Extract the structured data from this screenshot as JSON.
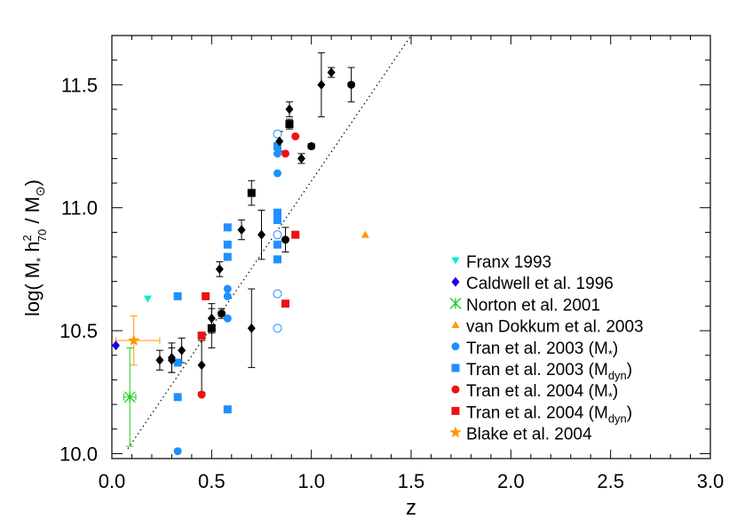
{
  "chart_data": {
    "type": "scatter",
    "xlabel": "z",
    "ylabel": {
      "prefix": "log( M",
      "star": "*",
      "h": " h",
      "sup": "2",
      "sub70": "70",
      "slash": " / M",
      "sun": "⊙",
      "close": ")"
    },
    "xlim": [
      0.0,
      3.0
    ],
    "ylim": [
      9.98,
      11.7
    ],
    "xticks": [
      "0.0",
      "0.5",
      "1.0",
      "1.5",
      "2.0",
      "2.5",
      "3.0"
    ],
    "yticks": [
      "10.0",
      "10.5",
      "11.0",
      "11.5"
    ],
    "grid": false,
    "legend_placement": "lower-right",
    "trend_line": {
      "style": "dotted",
      "points": [
        [
          0.08,
          10.02
        ],
        [
          1.5,
          11.7
        ]
      ]
    },
    "series": [
      {
        "name": "Franx 1993",
        "marker": "triangle-down",
        "color": "#00f0c8",
        "points": [
          {
            "x": 0.18,
            "y": 10.63
          }
        ]
      },
      {
        "name": "Caldwell et al. 1996",
        "marker": "diamond",
        "color": "#1a00e0",
        "points": [
          {
            "x": 0.02,
            "y": 10.44
          }
        ]
      },
      {
        "name": "Norton et al. 2001",
        "marker": "x",
        "color": "#22cc22",
        "points": [
          {
            "x": 0.09,
            "y": 10.23,
            "ylo": 10.03,
            "yhi": 10.43,
            "xlo": 0.06,
            "xhi": 0.12
          }
        ]
      },
      {
        "name": "van Dokkum et al. 2003",
        "marker": "triangle-up",
        "color": "#ff9900",
        "points": [
          {
            "x": 1.27,
            "y": 10.89
          }
        ]
      },
      {
        "name": "Tran et al. 2003",
        "sub": "*",
        "label_suffix": "(M",
        "label_end": ")",
        "marker": "circle",
        "color": "#1e90ff",
        "points": [
          {
            "x": 0.33,
            "y": 10.01
          },
          {
            "x": 0.58,
            "y": 10.67
          },
          {
            "x": 0.58,
            "y": 10.64
          },
          {
            "x": 0.58,
            "y": 10.55
          },
          {
            "x": 0.83,
            "y": 11.22
          },
          {
            "x": 0.83,
            "y": 11.14
          },
          {
            "x": 0.83,
            "y": 11.3,
            "open": true
          },
          {
            "x": 0.83,
            "y": 10.89,
            "open": true
          },
          {
            "x": 0.83,
            "y": 10.65,
            "open": true
          },
          {
            "x": 0.83,
            "y": 10.51,
            "open": true
          }
        ]
      },
      {
        "name": "Tran et al. 2003",
        "sub": "dyn",
        "label_suffix": "(M",
        "label_end": ")",
        "marker": "square",
        "color": "#1e90ff",
        "points": [
          {
            "x": 0.33,
            "y": 10.64
          },
          {
            "x": 0.33,
            "y": 10.37
          },
          {
            "x": 0.33,
            "y": 10.23
          },
          {
            "x": 0.58,
            "y": 10.92
          },
          {
            "x": 0.58,
            "y": 10.85
          },
          {
            "x": 0.58,
            "y": 10.8
          },
          {
            "x": 0.58,
            "y": 10.18
          },
          {
            "x": 0.83,
            "y": 11.25
          },
          {
            "x": 0.83,
            "y": 10.98
          },
          {
            "x": 0.83,
            "y": 10.95
          },
          {
            "x": 0.83,
            "y": 10.85
          },
          {
            "x": 0.83,
            "y": 10.79
          }
        ]
      },
      {
        "name": "Tran et al. 2004",
        "sub": "*",
        "label_suffix": "(M",
        "label_end": ")",
        "marker": "circle",
        "color": "#ee1111",
        "points": [
          {
            "x": 0.45,
            "y": 10.24
          },
          {
            "x": 0.87,
            "y": 11.22
          },
          {
            "x": 0.92,
            "y": 11.29
          }
        ]
      },
      {
        "name": "Tran et al. 2004",
        "sub": "dyn",
        "label_suffix": "(M",
        "label_end": ")",
        "marker": "square",
        "color": "#ee1111",
        "points": [
          {
            "x": 0.45,
            "y": 10.48
          },
          {
            "x": 0.47,
            "y": 10.64
          },
          {
            "x": 0.87,
            "y": 10.61
          },
          {
            "x": 0.92,
            "y": 10.89
          }
        ]
      },
      {
        "name": "Blake et al. 2004",
        "marker": "star",
        "color": "#ff9900",
        "points": [
          {
            "x": 0.11,
            "y": 10.46,
            "ylo": 10.36,
            "yhi": 10.56,
            "xlo": 0.02,
            "xhi": 0.24
          }
        ]
      },
      {
        "name": "",
        "legend": false,
        "marker": "diamond",
        "color": "#000000",
        "points": [
          {
            "x": 0.24,
            "y": 10.38,
            "ylo": 10.34,
            "yhi": 10.42
          },
          {
            "x": 0.3,
            "y": 10.39,
            "ylo": 10.33,
            "yhi": 10.45
          },
          {
            "x": 0.3,
            "y": 10.38,
            "ylo": 10.33,
            "yhi": 10.43
          },
          {
            "x": 0.35,
            "y": 10.42,
            "ylo": 10.37,
            "yhi": 10.47
          },
          {
            "x": 0.45,
            "y": 10.36,
            "ylo": 10.25,
            "yhi": 10.46
          },
          {
            "x": 0.5,
            "y": 10.55,
            "ylo": 10.49,
            "yhi": 10.61
          },
          {
            "x": 0.54,
            "y": 10.75,
            "ylo": 10.72,
            "yhi": 10.78
          },
          {
            "x": 0.65,
            "y": 10.91,
            "ylo": 10.87,
            "yhi": 10.95
          },
          {
            "x": 0.7,
            "y": 10.51,
            "ylo": 10.35,
            "yhi": 10.67
          },
          {
            "x": 0.75,
            "y": 10.89,
            "ylo": 10.79,
            "yhi": 10.99
          },
          {
            "x": 0.84,
            "y": 11.27,
            "ylo": 11.23,
            "yhi": 11.31
          },
          {
            "x": 0.89,
            "y": 11.4,
            "ylo": 11.37,
            "yhi": 11.43
          },
          {
            "x": 0.95,
            "y": 11.2,
            "ylo": 11.18,
            "yhi": 11.22
          },
          {
            "x": 1.05,
            "y": 11.5,
            "ylo": 11.37,
            "yhi": 11.63
          },
          {
            "x": 1.1,
            "y": 11.55,
            "ylo": 11.53,
            "yhi": 11.57
          }
        ]
      },
      {
        "name": "",
        "legend": false,
        "marker": "circle",
        "color": "#000000",
        "points": [
          {
            "x": 0.55,
            "y": 10.57,
            "ylo": 10.55,
            "yhi": 10.59
          },
          {
            "x": 0.87,
            "y": 10.87,
            "ylo": 10.82,
            "yhi": 10.92
          },
          {
            "x": 1.0,
            "y": 11.25,
            "ylo": 11.24,
            "yhi": 11.26
          },
          {
            "x": 1.2,
            "y": 11.5,
            "ylo": 11.43,
            "yhi": 11.57
          }
        ]
      },
      {
        "name": "",
        "legend": false,
        "marker": "square",
        "color": "#000000",
        "points": [
          {
            "x": 0.5,
            "y": 10.51,
            "ylo": 10.43,
            "yhi": 10.59
          },
          {
            "x": 0.7,
            "y": 11.06,
            "ylo": 11.01,
            "yhi": 11.11
          },
          {
            "x": 0.89,
            "y": 11.34,
            "ylo": 11.32,
            "yhi": 11.36
          }
        ]
      }
    ]
  }
}
